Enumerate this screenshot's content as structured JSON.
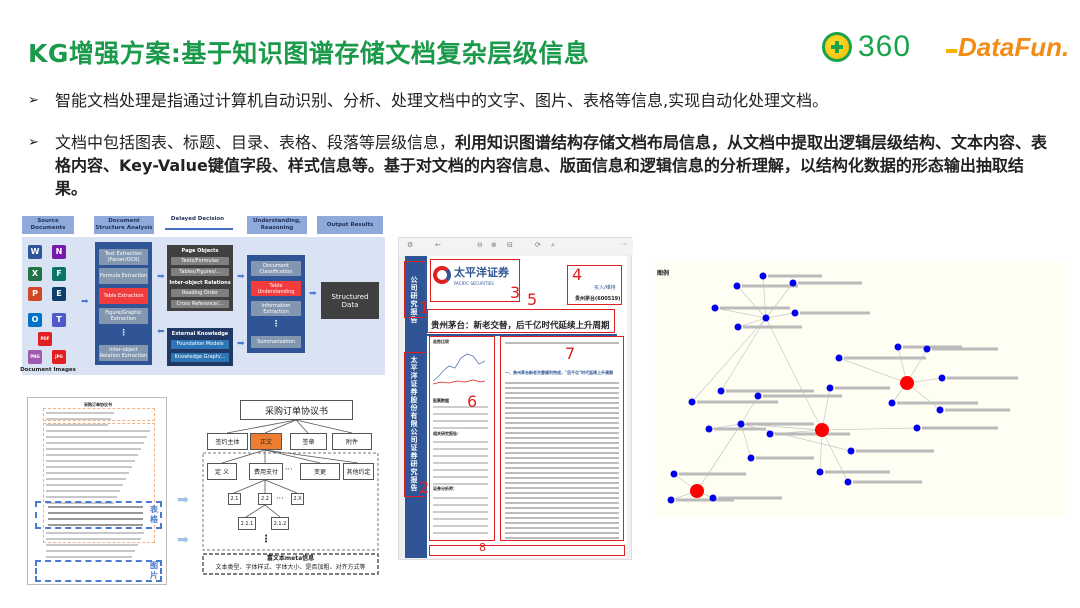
{
  "title": "KG增强方案:基于知识图谱存储文档复杂层级信息",
  "logos": {
    "brand1": "360",
    "brand2": "DataFun."
  },
  "bullets": [
    {
      "text": "智能文档处理是指通过计算机自动识别、分析、处理文档中的文字、图片、表格等信息,实现自动化处理文档。"
    },
    {
      "text_normal": "文档中包括图表、标题、目录、表格、段落等层级信息，",
      "text_bold": "利用知识图谱结构存储文档布局信息，从文档中提取出逻辑层级结构、文本内容、表格内容、Key-Value键值字段、样式信息等。基于对文档的内容信息、版面信息和逻辑信息的分析理解，以结构化数据的形态输出抽取结果。"
    }
  ],
  "flowchart": {
    "headers": [
      "Source Documents",
      "Document Structure Analysis",
      "Delayed Decision",
      "Understanding, Reasoning",
      "Output Results"
    ],
    "analysis_items": [
      "Text Extraction (Parser/OCR)",
      "Formula Extraction",
      "Table Extraction",
      "Figure/Graphic Extraction",
      "⋮",
      "Inter-object Relation Extraction"
    ],
    "page_objects": {
      "title": "Page Objects",
      "items": [
        "Texts/Formulas",
        "Tables/Figures/..."
      ],
      "rel_title": "Inter-object Relations",
      "rel_items": [
        "Reading Order",
        "Cross Reference/..."
      ]
    },
    "external": {
      "title": "External Knowledge",
      "items": [
        "Foundation Models",
        "Knowledge Graph/..."
      ]
    },
    "understanding_items": [
      "Document Classification",
      "Table Understanding",
      "Information Extraction",
      "⋮",
      "Summarization"
    ],
    "output": "Structured Data",
    "source_caption": "Document Images",
    "source_icons": [
      "W",
      "N",
      "X",
      "F",
      "P",
      "E",
      "O",
      "T",
      "PDF",
      "PNG",
      "JPG"
    ],
    "highlight_color": "#f03c3c"
  },
  "doc_tree": {
    "doc_title": "采购订单协议书",
    "doc_labels": [
      "表格",
      "图片"
    ],
    "root": "采购订单协议书",
    "level1": [
      "签约主体",
      "正文",
      "签章",
      "附件"
    ],
    "level2": [
      "定 义",
      "费用支付",
      "···",
      "变更",
      "其他约定"
    ],
    "level3": [
      "2.1",
      "2.2",
      "···",
      "2.X"
    ],
    "level4": [
      "2.1.1",
      "2.1.2"
    ],
    "more": "⋮",
    "meta_title": "富文本meta信息",
    "meta_desc": "文本类型、字体样式、字体大小、是否加粗、对齐方式等",
    "highlight_color": "#ed7d31"
  },
  "report": {
    "side_top": "公司研究报告",
    "side_bottom": "太平洋证券股份有限公司证券研究报告",
    "logo_cn": "太平洋证券",
    "logo_en": "PACIFIC SECURITIES",
    "rating": "买入/维持",
    "stock": "贵州茅台(600519)",
    "headline": "贵州茅台：新老交替，后千亿时代延续上升周期",
    "chart_label": "走势比较",
    "data_label": "股票数据",
    "related_label": "相关研究报告：",
    "analyst_label": "证券分析师：",
    "section1": "一、贵州茅台新老交替顺利完成，\"后千亿\"时代延续上升周期",
    "region_numbers": [
      "1",
      "2",
      "3",
      "4",
      "5",
      "6",
      "7",
      "8"
    ]
  },
  "graph": {
    "legend": "图例",
    "node_color": "#0000ee",
    "hub_color": "#ff0000"
  }
}
